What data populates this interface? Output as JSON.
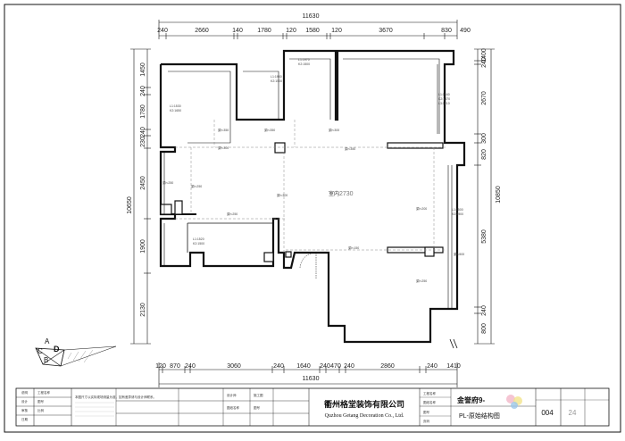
{
  "dimensions": {
    "overall_top": "11630",
    "overall_bottom": "11630",
    "top_segments": [
      "240",
      "2660",
      "140",
      "1780",
      "120",
      "1580",
      "120",
      "3670",
      "830",
      "490"
    ],
    "bottom_segments": [
      "120",
      "870",
      "240",
      "3060",
      "240",
      "1640",
      "240",
      "470",
      "240",
      "2860",
      "240",
      "1410"
    ],
    "left_segments": [
      "1450",
      "240",
      "1780",
      "240",
      "230",
      "2450",
      "1900",
      "2130"
    ],
    "left_total": "10650",
    "right_segments": [
      "1400",
      "240",
      "2670",
      "300",
      "820",
      "5380",
      "240",
      "800"
    ],
    "right_total": "10850"
  },
  "plan": {
    "room_label": "室内",
    "room_height": "2730",
    "small_labels": [
      "L1:1950",
      "K2:1500",
      "L1:1970",
      "K2:1500",
      "L1:1530",
      "K2:1650",
      "L1:1940",
      "K2:1970",
      "L3:1210",
      "梁h:350",
      "梁h:350",
      "梁h:300",
      "梁h:300",
      "梁h:350",
      "梁h:250",
      "梁h:300",
      "梁h:200",
      "梁h:250",
      "梁h:150",
      "梁h:500",
      "梁h:250",
      "梁h:250",
      "L1:1520",
      "K2:1500",
      "L1:1500",
      "K2:2900"
    ]
  },
  "orientation": {
    "letters": [
      "A",
      "B",
      "C",
      "D"
    ]
  },
  "title_block": {
    "company_cn": "衢州格堂装饰有限公司",
    "company_en": "Quzhou Getang Decoration Co., Ltd.",
    "project": "金誉府9-",
    "drawing_name": "PL-原始结构图",
    "number": "004",
    "page": "24",
    "left_table_labels": [
      "说明",
      "",
      "工程名称",
      "设计",
      "审核",
      "日期",
      "图号",
      "比例"
    ],
    "notes": "本图尺寸以实际现场测量为准，如有差异请与设计师联系。",
    "mid_cells": [
      "设计师",
      "施工图",
      "图纸名称",
      "图号"
    ],
    "right_cells": [
      "工程名称",
      "图纸名称",
      "图号",
      "页码"
    ]
  },
  "colors": {
    "line": "#111111",
    "logo_pink": "#f2b6c8",
    "logo_yellow": "#f3e38b",
    "logo_blue": "#9cc7ea",
    "page_num_gray": "#999999"
  }
}
